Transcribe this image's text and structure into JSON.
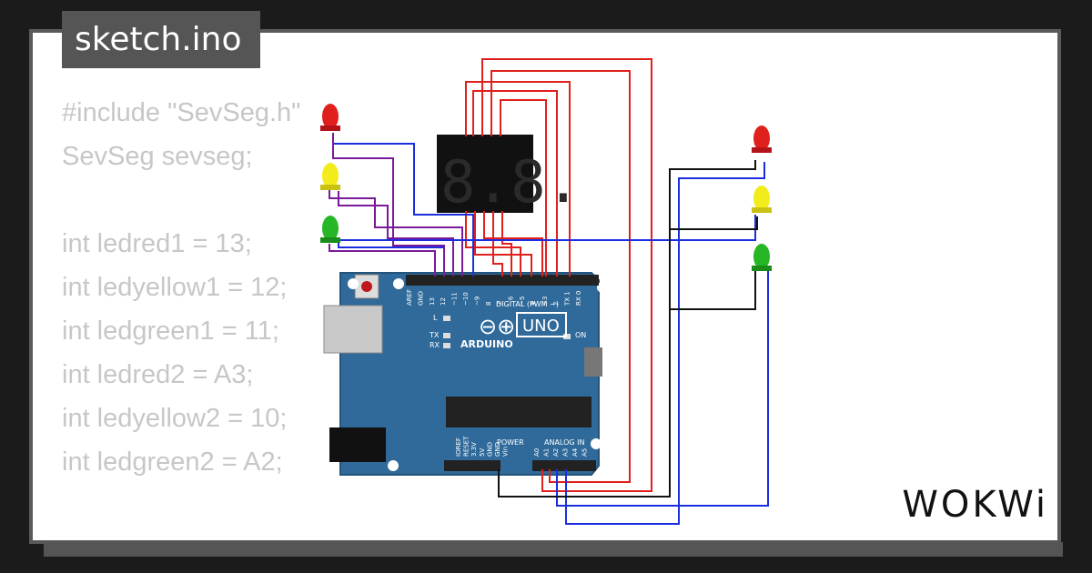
{
  "window": {
    "tab_label": "sketch.ino"
  },
  "code": {
    "lines": [
      "#include \"SevSeg.h\"",
      "SevSeg sevseg;",
      "",
      "int ledred1 = 13;",
      "int ledyellow1 = 12;",
      "int ledgreen1 = 11;",
      "int ledred2 = A3;",
      "int ledyellow2 = 10;",
      "int ledgreen2 = A2;"
    ]
  },
  "board": {
    "brand": "ARDUINO",
    "model": "UNO",
    "digital_label": "DIGITAL (PWM ~)",
    "power_label": "POWER",
    "analog_label": "ANALOG IN",
    "on_label": "ON",
    "l_label": "L",
    "tx_label": "TX",
    "rx_label": "RX",
    "digital_pins": [
      "AREF",
      "GND",
      "13",
      "12",
      "~11",
      "~10",
      "~9",
      "8",
      "7",
      "~6",
      "~5",
      "4",
      "~3",
      "2",
      "TX 1",
      "RX 0"
    ],
    "power_pins": [
      "IOREF",
      "RESET",
      "3.3V",
      "5V",
      "GND",
      "GND",
      "Vin"
    ],
    "analog_pins": [
      "A0",
      "A1",
      "A2",
      "A3",
      "A4",
      "A5"
    ]
  },
  "display": {
    "digits": "8.8."
  },
  "colors": {
    "wire_red": "#e0201c",
    "wire_blue": "#1a2ee0",
    "wire_purple": "#7a1a9a",
    "wire_black": "#111111",
    "board": "#2f6a9a"
  },
  "brand_logo": "WOKWi"
}
